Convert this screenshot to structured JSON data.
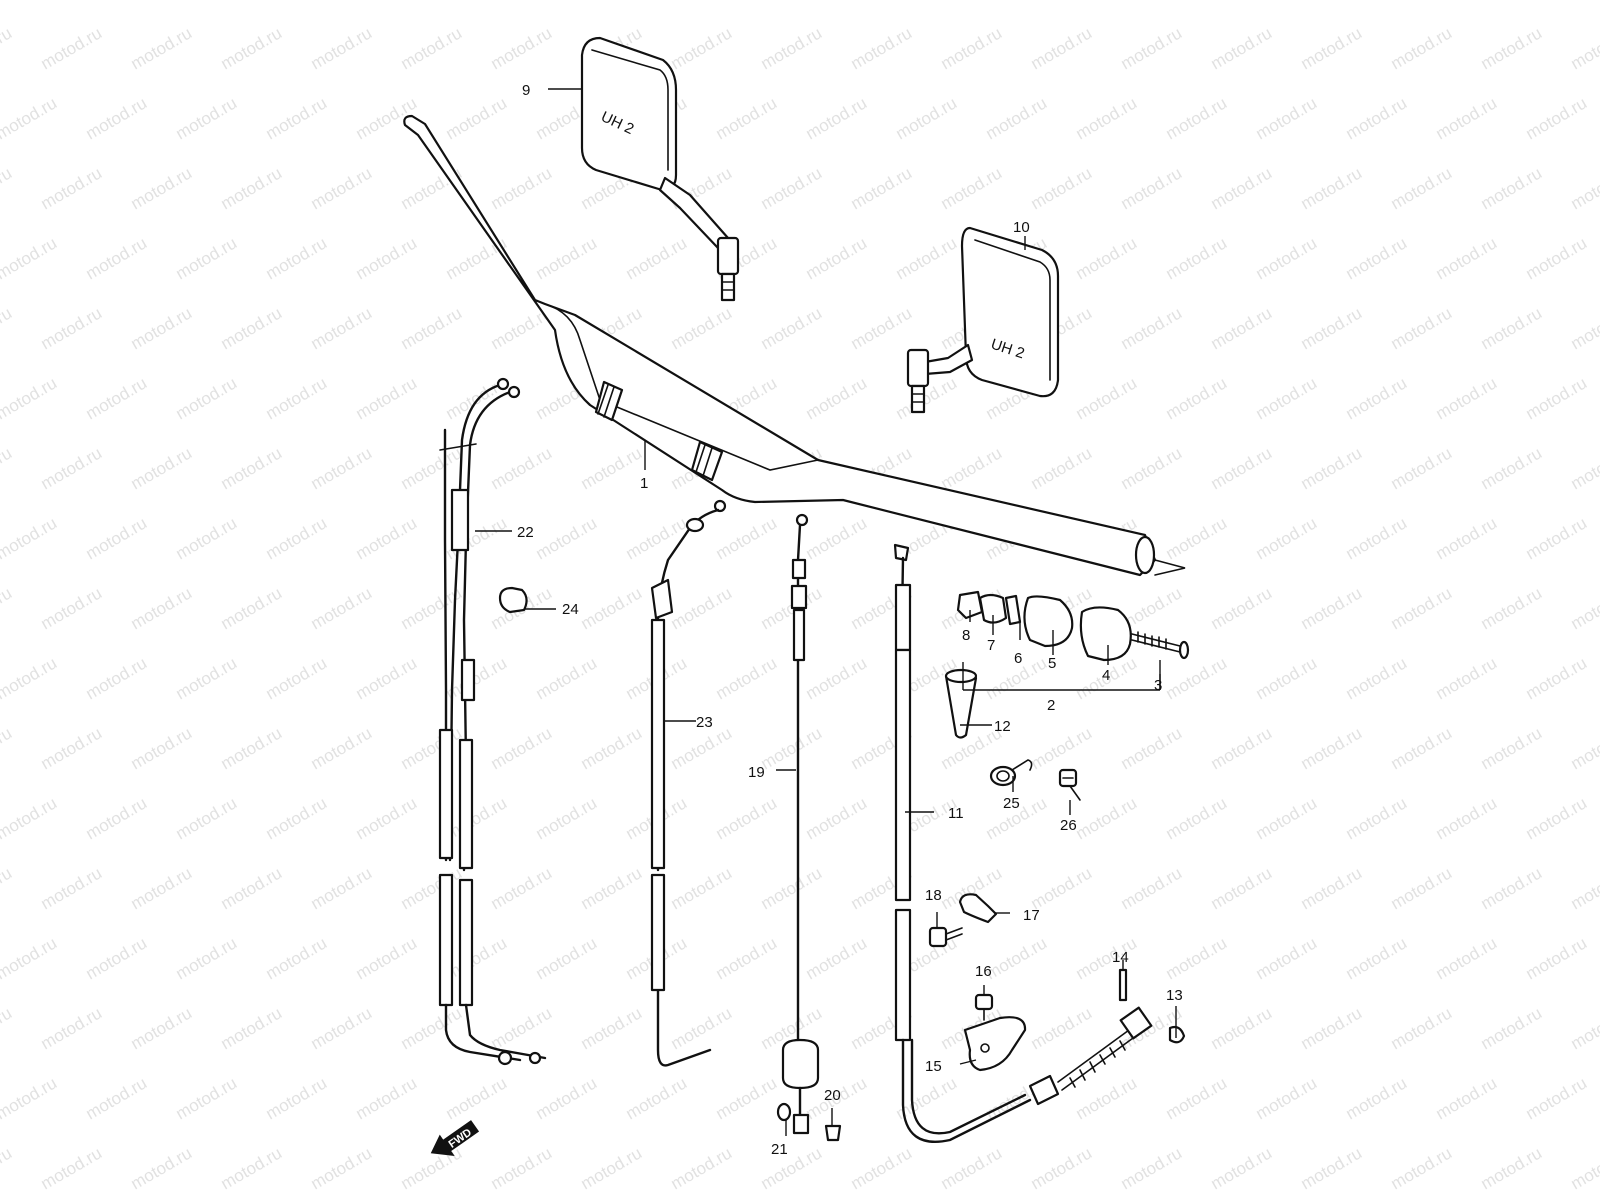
{
  "watermark": {
    "text": "motod.ru",
    "color": "#c9c9c9"
  },
  "direction_badge": {
    "label": "FWD",
    "color": "#111111"
  },
  "callouts": [
    "1",
    "2",
    "3",
    "4",
    "5",
    "6",
    "7",
    "8",
    "9",
    "10",
    "11",
    "12",
    "13",
    "14",
    "15",
    "16",
    "17",
    "18",
    "19",
    "20",
    "21",
    "22",
    "23",
    "24",
    "25",
    "26"
  ],
  "mirror_mark": "UH 2"
}
